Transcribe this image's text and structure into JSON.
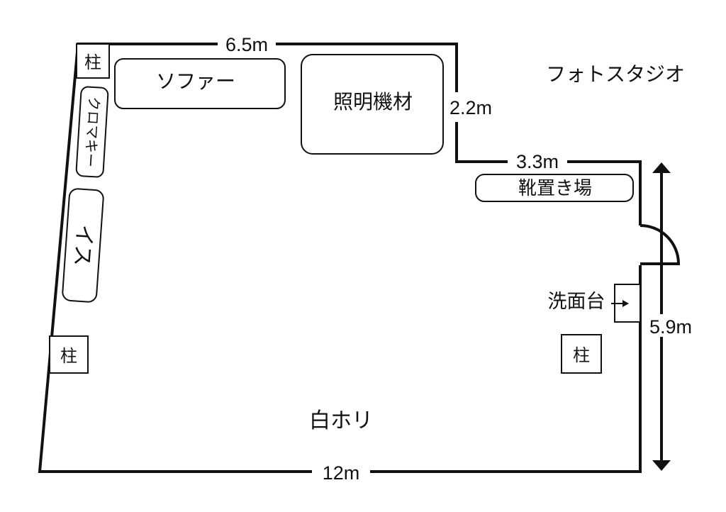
{
  "studio_name": "フォトスタジオ",
  "dimensions": {
    "top": "6.5m",
    "notch_vertical": "2.2m",
    "notch_horizontal": "3.3m",
    "right_height": "5.9m",
    "bottom": "12m"
  },
  "furniture": {
    "pillar_top_left": "柱",
    "pillar_bottom_left": "柱",
    "pillar_right": "柱",
    "sofa": "ソファー",
    "lighting": "照明機材",
    "chroma_key": "クロマキー",
    "chair": "イス",
    "shoe_rack": "靴置き場",
    "washbasin": "洗面台"
  },
  "floor_area": "白ホリ",
  "colors": {
    "line": "#111111",
    "background": "#ffffff"
  }
}
